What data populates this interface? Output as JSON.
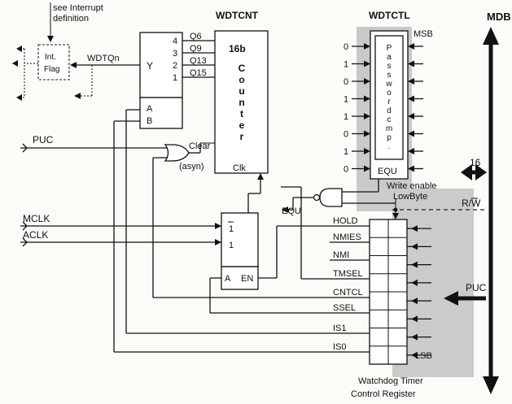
{
  "interrupt_note": [
    "see Interrupt",
    "definition"
  ],
  "int_flag": [
    "Int.",
    "Flag"
  ],
  "signals": {
    "wdtqn": "WDTQn",
    "puc": "PUC",
    "mclk": "MCLK",
    "aclk": "ACLK",
    "equ_out": "EQU",
    "clear": "Clear",
    "asyn": "(asyn)",
    "clk": "Clk",
    "rw": "R/W",
    "width16": "16",
    "puc_right": "PUC"
  },
  "mux_top": {
    "y_label": "Y",
    "a_label": "A",
    "b_label": "B",
    "inputs": [
      {
        "num": "4",
        "tap": "Q6"
      },
      {
        "num": "3",
        "tap": "Q9"
      },
      {
        "num": "2",
        "tap": "Q13"
      },
      {
        "num": "1",
        "tap": "Q15"
      }
    ]
  },
  "wdtcnt": {
    "title": "WDTCNT",
    "counter_top": "16b",
    "counter_word": "Counter"
  },
  "mux_clk": {
    "in_top": "1",
    "in_bottom": "1",
    "a_label": "A",
    "en_label": "EN"
  },
  "wdtctl": {
    "title": "WDTCTL",
    "msb": "MSB",
    "password_word": "Passwordcmp.",
    "equ": "EQU",
    "bits": [
      "0",
      "1",
      "0",
      "1",
      "1",
      "0",
      "1",
      "0"
    ]
  },
  "write_enable": [
    "Write enable",
    "LowByte"
  ],
  "control_register": {
    "fields": [
      "HOLD",
      "NMIES",
      "NMI",
      "TMSEL",
      "CNTCL",
      "SSEL",
      "IS1",
      "IS0"
    ],
    "lsb": "LSB",
    "caption": [
      "Watchdog Timer",
      "Control Register"
    ]
  },
  "mdb": "MDB"
}
